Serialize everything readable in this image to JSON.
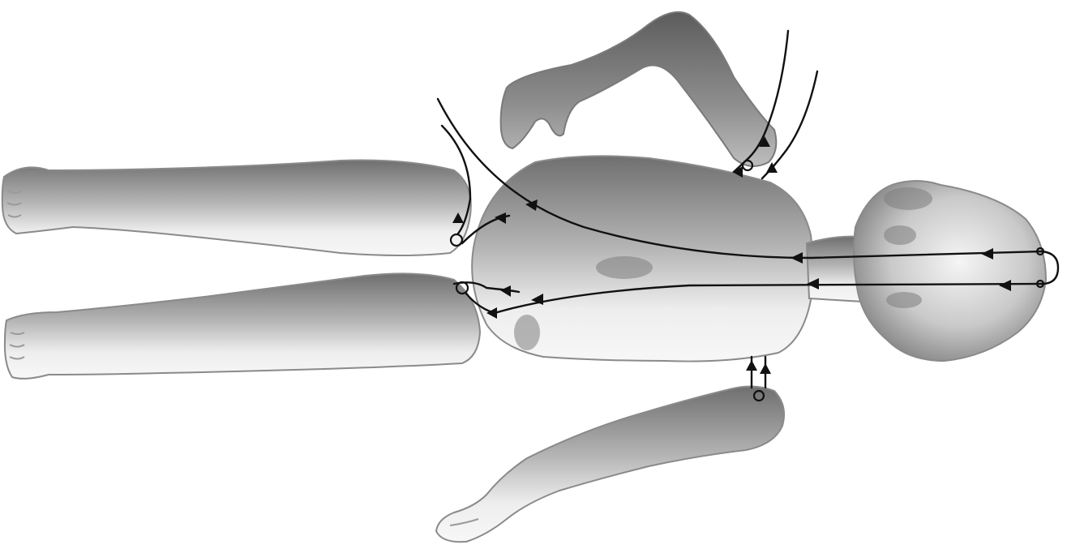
{
  "figure": {
    "kind": "articulated-doll-stringing",
    "parts": [
      "head",
      "torso",
      "upper-arm",
      "lower-arm",
      "upper-leg",
      "lower-leg"
    ],
    "colors": {
      "background": "#ffffff",
      "body_light": "#f2f2f2",
      "body_mid": "#bdbdbd",
      "body_dark": "#6f6f6f",
      "string": "#111111"
    },
    "string_count": 4,
    "knot_count": 6,
    "arrow_glyph": "triangle-arrowhead"
  }
}
